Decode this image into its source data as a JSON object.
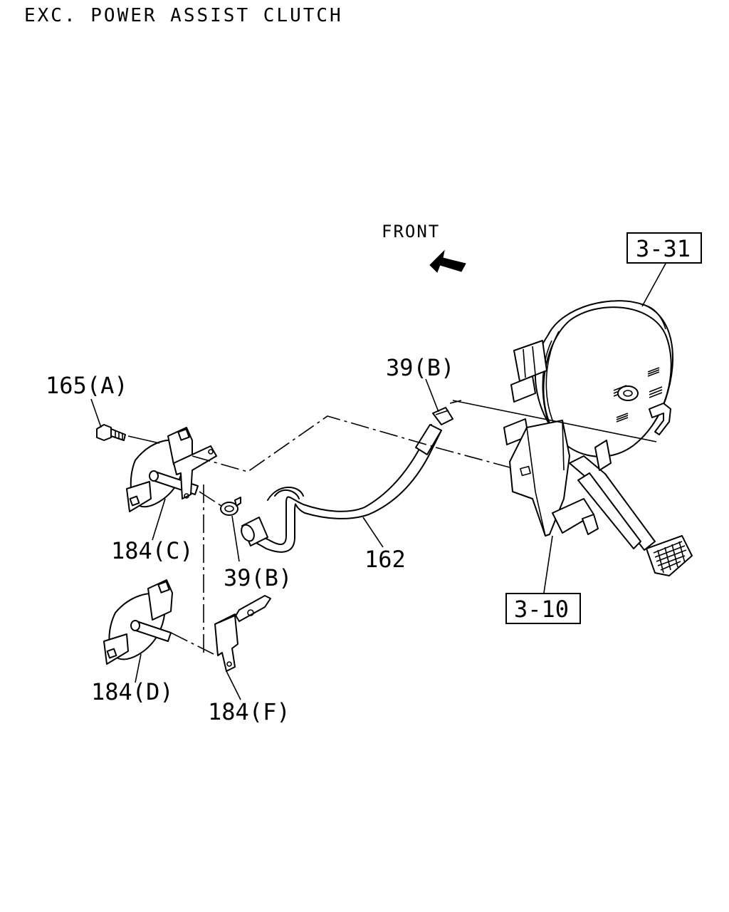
{
  "title": "EXC. POWER ASSIST CLUTCH",
  "direction": "FRONT",
  "callouts": {
    "bolt": "165(A)",
    "clip_top": "39(B)",
    "clip_mid": "39(B)",
    "hose": "162",
    "bracket_c": "184(C)",
    "bracket_d": "184(D)",
    "bracket_f": "184(F)"
  },
  "references": {
    "booster": "3-31",
    "pedal_assembly": "3-10"
  }
}
